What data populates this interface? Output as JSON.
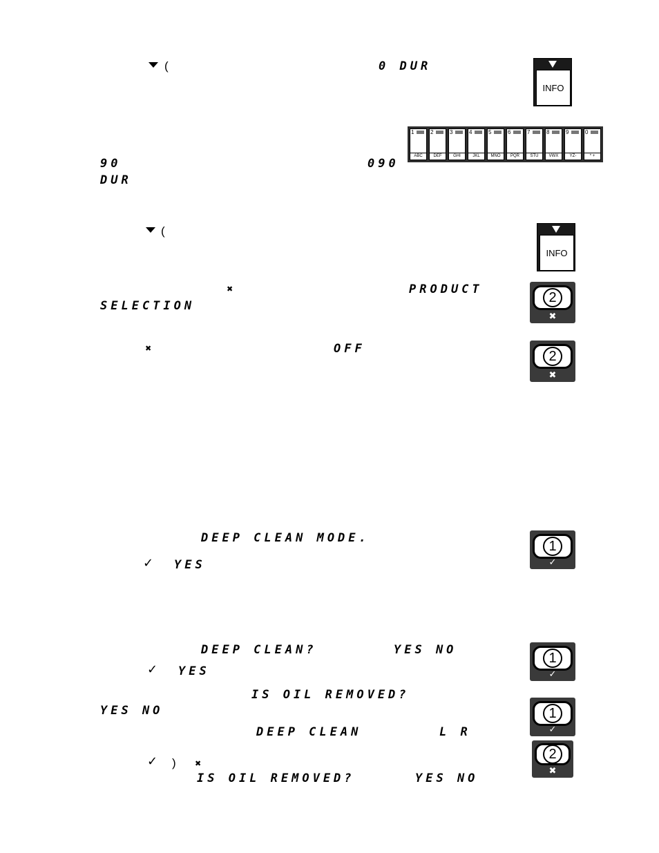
{
  "lines": {
    "l1_dur": "0 DUR",
    "l2_90": "90",
    "l2_090": "090",
    "l2_dur": "DUR",
    "l4_product": "PRODUCT",
    "l4_selection": "SELECTION",
    "l5_off": "OFF",
    "l6_deep_clean_mode": "DEEP CLEAN MODE.",
    "l7_yes": "YES",
    "l8_deep_clean_q": "DEEP CLEAN?",
    "l8_yes_no": "YES NO",
    "l9_yes": "YES",
    "l10_is_oil_removed": "IS OIL REMOVED?",
    "l11_yes_no": "YES NO",
    "l11_deep_clean": "DEEP CLEAN",
    "l11_lr": "L R",
    "l13_is_oil_removed": "IS OIL REMOVED?",
    "l13_yes_no": "YES NO"
  },
  "punct": {
    "paren_open": "(",
    "paren_close": ")"
  },
  "glyphs": {
    "check": "✓",
    "x_mark": "✖"
  },
  "buttons": {
    "info_label": "INFO",
    "one": "1",
    "two": "2"
  },
  "keypad": [
    {
      "num": "1",
      "label": "ABC"
    },
    {
      "num": "2",
      "label": "DEF"
    },
    {
      "num": "3",
      "label": "GHI"
    },
    {
      "num": "4",
      "label": "JKL"
    },
    {
      "num": "5",
      "label": "MNO"
    },
    {
      "num": "6",
      "label": "PQR"
    },
    {
      "num": "7",
      "label": "STU"
    },
    {
      "num": "8",
      "label": "VWX"
    },
    {
      "num": "9",
      "label": "YZ-"
    },
    {
      "num": "0",
      "label": "* +"
    }
  ],
  "icons": [
    "down-triangle-icon",
    "check-icon",
    "x-icon"
  ]
}
